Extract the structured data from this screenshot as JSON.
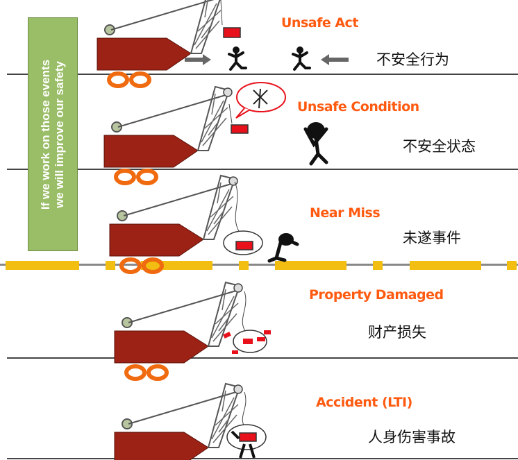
{
  "sidebar": {
    "line1": "If we work on those events",
    "line2": "we will improve our safety"
  },
  "rows": [
    {
      "label_en": "Unsafe Act",
      "label_zh": "不安全行为"
    },
    {
      "label_en": "Unsafe Condition",
      "label_zh": "不安全状态"
    },
    {
      "label_en": "Near Miss",
      "label_zh": "未遂事件"
    },
    {
      "label_en": "Property Damaged",
      "label_zh": "财产损失"
    },
    {
      "label_en": "Accident (LTI)",
      "label_zh": "人身伤害事故"
    }
  ],
  "colors": {
    "crane_body": "#9b2214",
    "wheel": "#f06a10",
    "label_en": "#ff5a10",
    "sidebar": "#9abd67",
    "dash_line": "#f2be12",
    "load": "#e8101a"
  }
}
